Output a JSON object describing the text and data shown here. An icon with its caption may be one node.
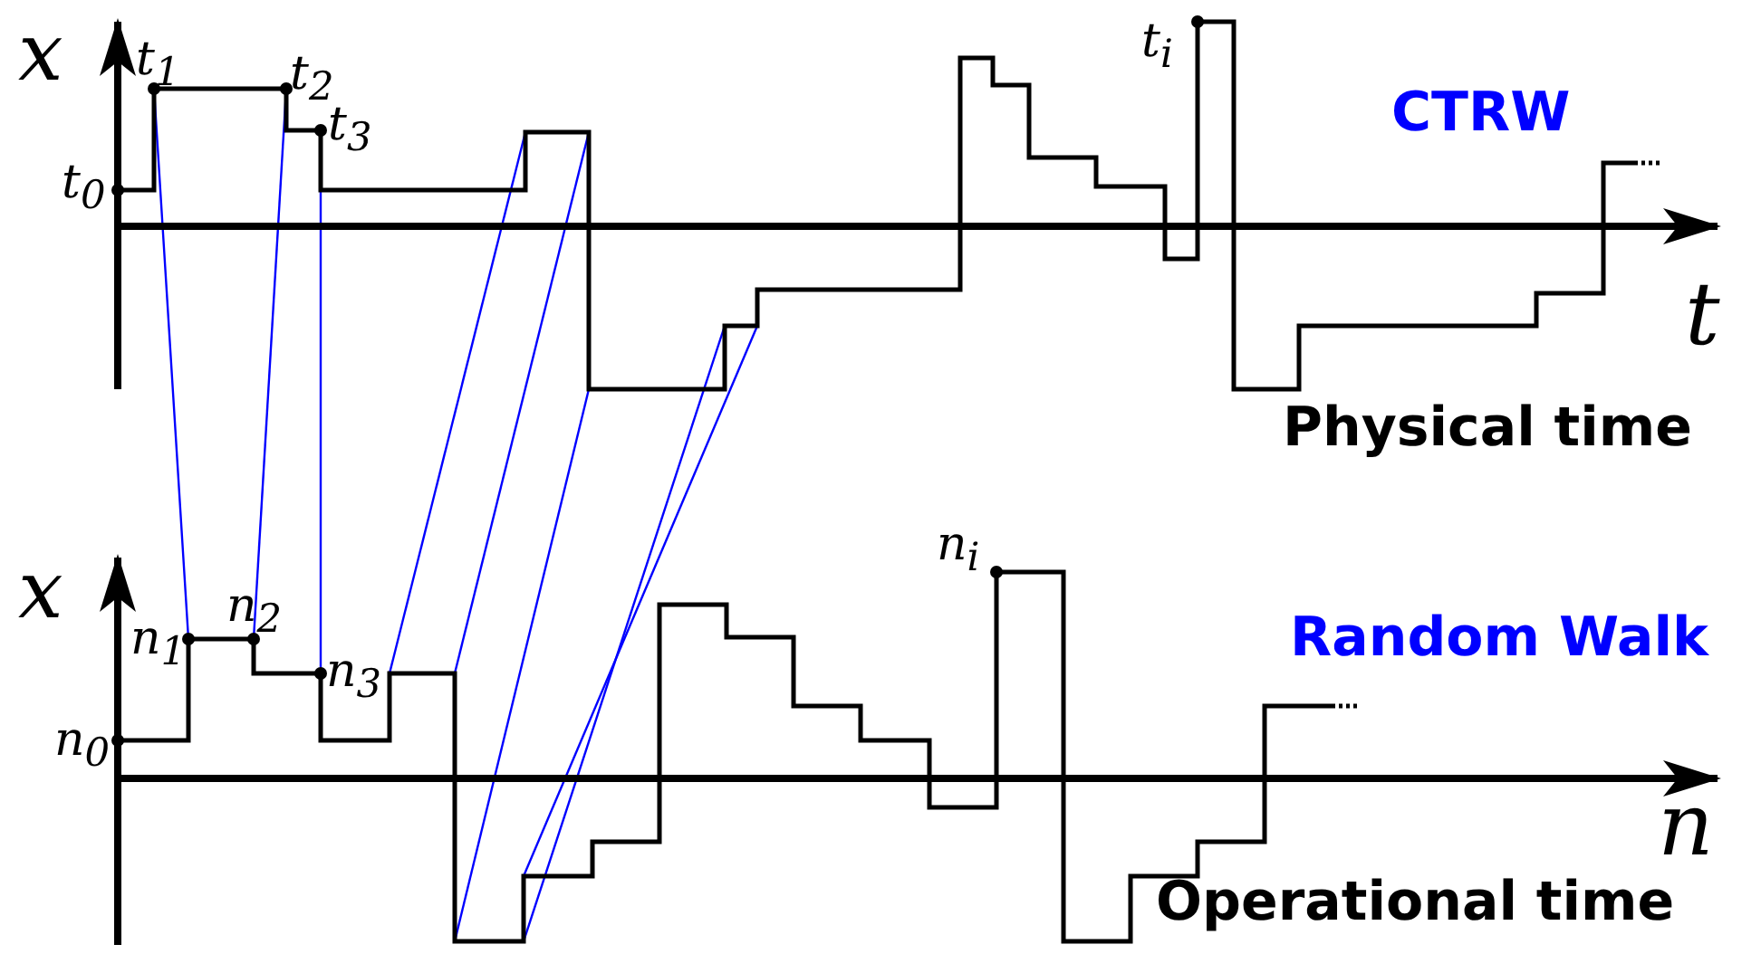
{
  "diagram": {
    "labels": [
      "x",
      "t$_{1}$",
      "t$_{2}$",
      "t$_{i}$",
      "t$_{3}$",
      "CTRW",
      "t$_{0}$",
      "t",
      "Physical time",
      "n$_{i}$",
      "x",
      "n$_{2}$",
      "n$_{1}$",
      "Random Walk",
      "n$_{3}$",
      "n$_{0}$",
      "n",
      "Operational time"
    ]
  }
}
